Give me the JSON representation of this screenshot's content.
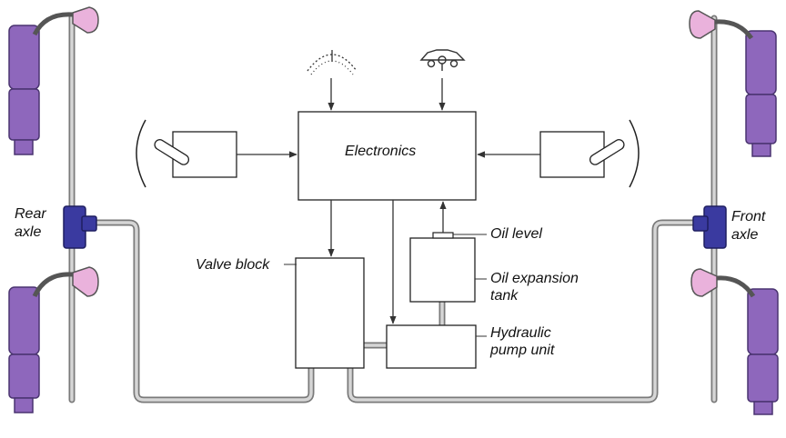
{
  "labels": {
    "electronics": "Electronics",
    "rear_axle_line1": "Rear",
    "rear_axle_line2": "axle",
    "front_axle_line1": "Front",
    "front_axle_line2": "axle",
    "valve_block": "Valve block",
    "oil_level": "Oil level",
    "oil_expansion_line1": "Oil expansion",
    "oil_expansion_line2": "tank",
    "hydraulic_line1": "Hydraulic",
    "hydraulic_line2": "pump unit"
  },
  "icons": {
    "speed_sensor": "speedometer-icon",
    "vehicle_indicator": "vehicle-icon",
    "level_sensor": "level-sensor-icon",
    "strut": "strut-icon",
    "valve": "valve-icon"
  },
  "colors": {
    "strut_fill": "#8e67bc",
    "strut_mount": "#eab2dc",
    "valve_fill": "#3a3aa0",
    "line": "#555555",
    "pipe": "#c9c9c9"
  }
}
